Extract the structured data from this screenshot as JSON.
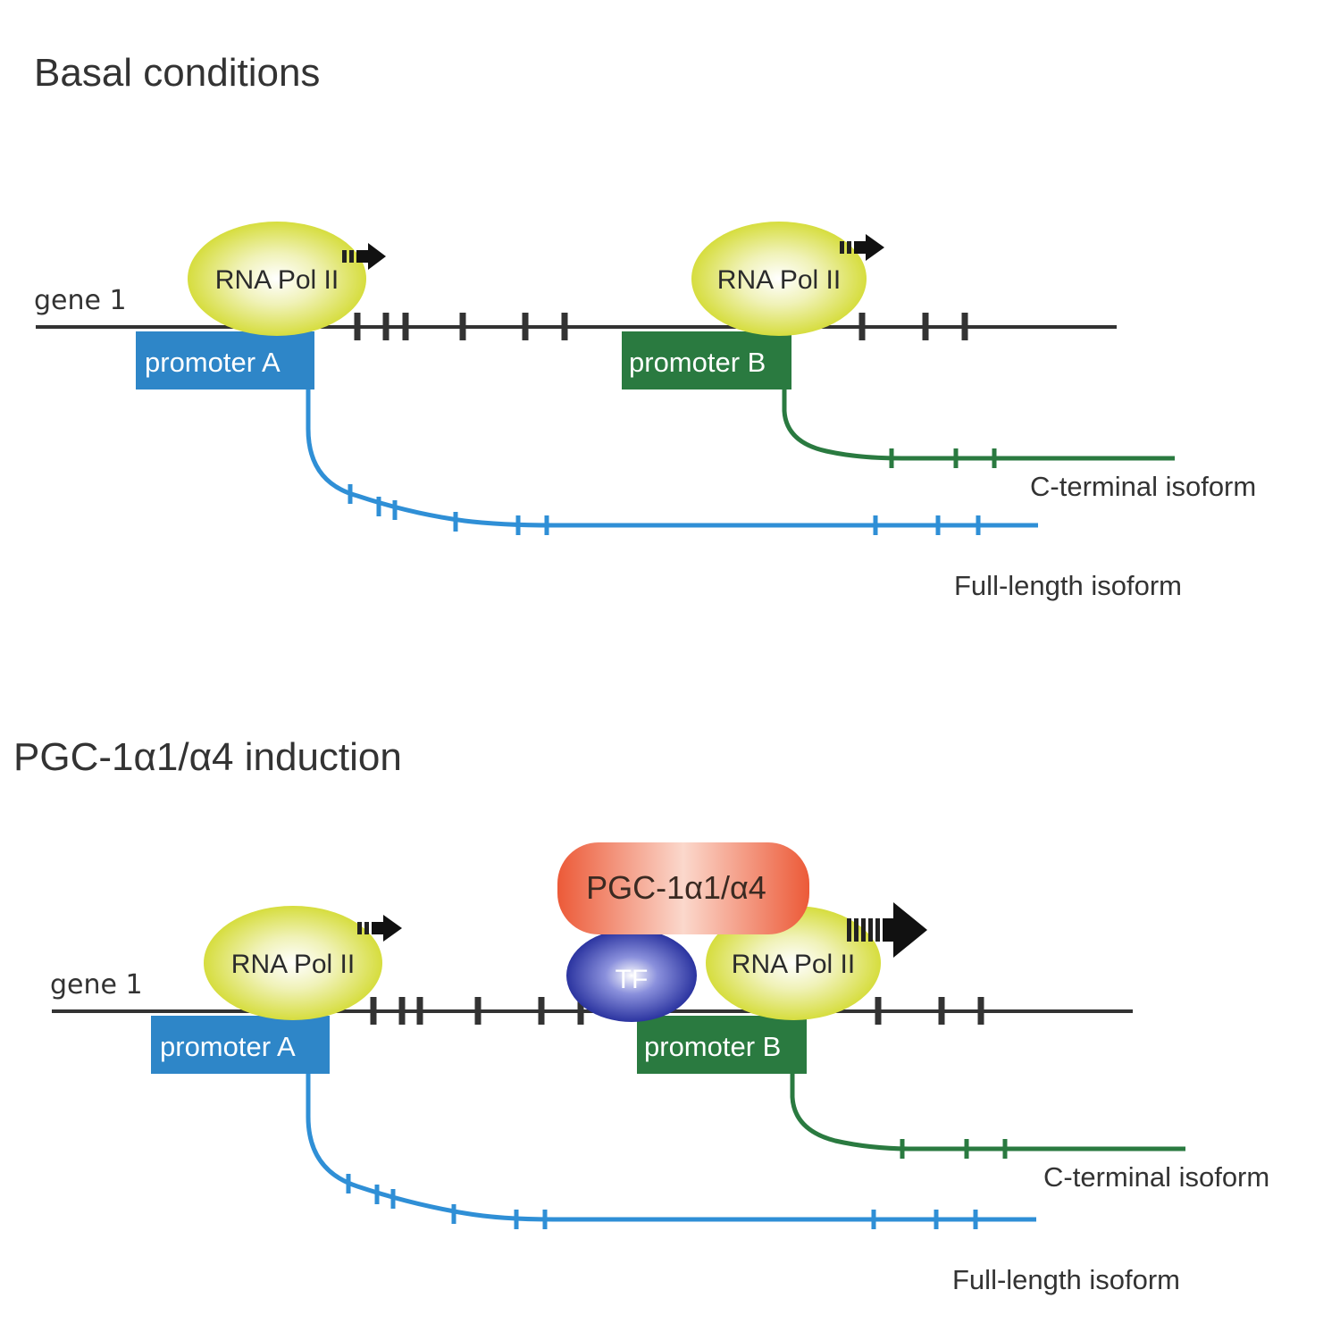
{
  "colors": {
    "promoter_a": "#2e86c8",
    "promoter_b": "#2a7a40",
    "full_length_transcript": "#2f8fd6",
    "c_terminal_transcript": "#2a7a40",
    "rna_pol": "#d8e04a",
    "pgc": "#ee5b3c",
    "tf": "#2e3aa6",
    "gene_line": "#333333"
  },
  "panels": [
    {
      "title": "Basal conditions",
      "gene_label": "gene 1",
      "promoter_a_label": "promoter A",
      "promoter_b_label": "promoter B",
      "pol_a_label": "RNA Pol II",
      "pol_b_label": "RNA Pol II",
      "c_terminal_label": "C-terminal isoform",
      "full_length_label": "Full-length isoform"
    },
    {
      "title": "PGC-1α1/α4 induction",
      "gene_label": "gene 1",
      "promoter_a_label": "promoter A",
      "promoter_b_label": "promoter B",
      "pol_a_label": "RNA Pol II",
      "pol_b_label": "RNA Pol II",
      "pgc_label": "PGC-1α1/α4",
      "tf_label": "TF",
      "c_terminal_label": "C-terminal isoform",
      "full_length_label": "Full-length isoform"
    }
  ]
}
